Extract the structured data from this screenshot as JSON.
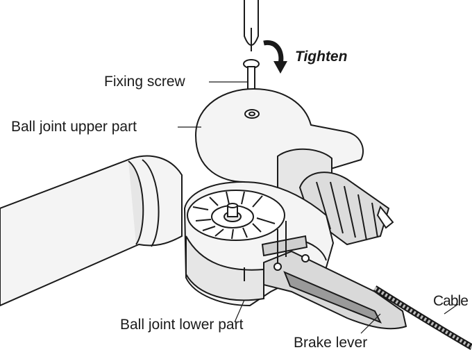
{
  "labels": {
    "tighten": "Tighten",
    "fixing_screw": "Fixing screw",
    "ball_joint_upper_part": "Ball joint upper part",
    "ball_joint_lower_part": "Ball joint lower part",
    "brake_lever": "Brake lever",
    "cable": "Cable"
  },
  "colors": {
    "line": "#1a1a1a",
    "part_fill": "#f4f4f4",
    "shade": "#d9d9d9",
    "dark_shade": "#9a9a9a"
  }
}
